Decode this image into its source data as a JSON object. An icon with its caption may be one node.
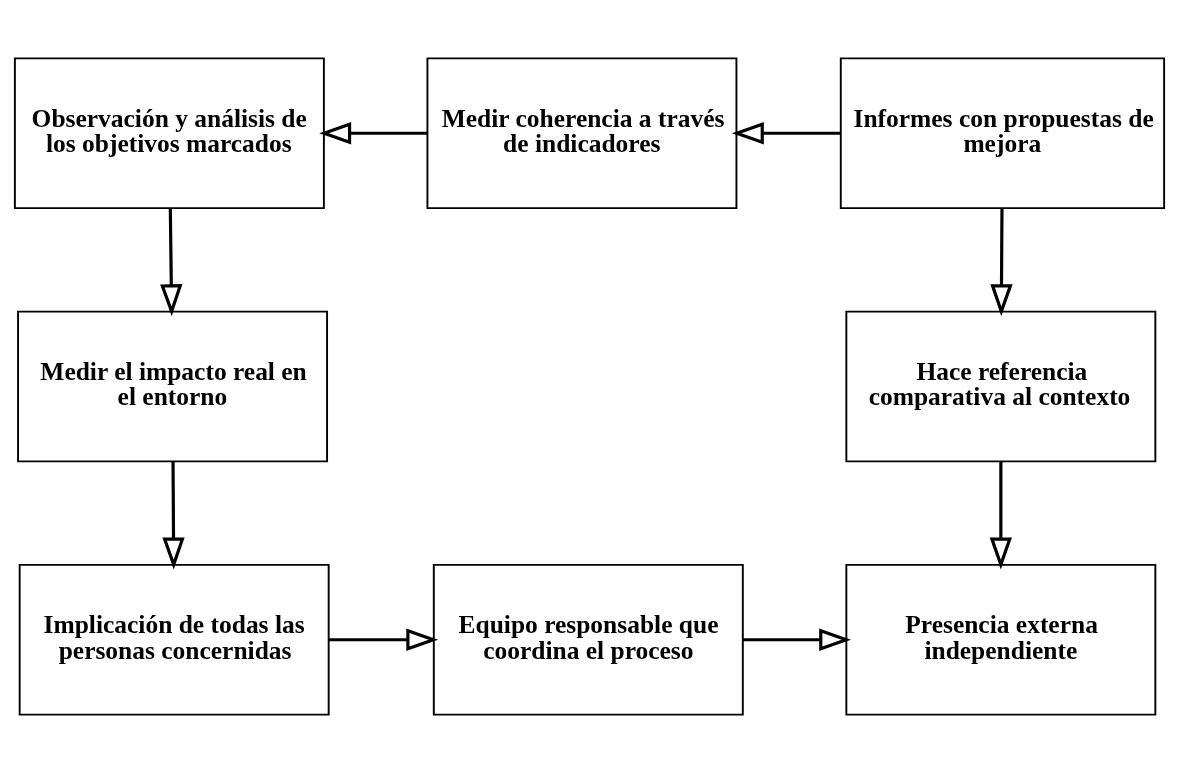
{
  "diagram": {
    "nodes": [
      {
        "text": [
          "Observación y análisis de los objetivos marcados"
        ]
      },
      {
        "text": [
          "Medir coherencia a través de indicadores"
        ]
      },
      {
        "text": [
          "Informes con propuestas de mejora"
        ]
      },
      {
        "text": [
          "Medir el impacto real en el entorno"
        ]
      },
      {
        "text": [
          "Hace referencia comparativa al contexto"
        ]
      },
      {
        "text": [
          "Implicación de todas las personas concernidas"
        ]
      },
      {
        "text": [
          "Equipo responsable que coordina el proceso"
        ]
      },
      {
        "text": [
          "Presencia externa independiente"
        ]
      }
    ],
    "edges": [
      {
        "from": 1,
        "to": 0,
        "arrow": "to"
      },
      {
        "from": 2,
        "to": 1,
        "arrow": "to"
      },
      {
        "from": 0,
        "to": 3,
        "arrow": "to"
      },
      {
        "from": 3,
        "to": 5,
        "arrow": "to"
      },
      {
        "from": 5,
        "to": 6,
        "arrow": "to"
      },
      {
        "from": 6,
        "to": 7,
        "arrow": "to"
      },
      {
        "from": 2,
        "to": 4,
        "arrow": "to"
      },
      {
        "from": 4,
        "to": 7,
        "arrow": "to"
      }
    ]
  }
}
